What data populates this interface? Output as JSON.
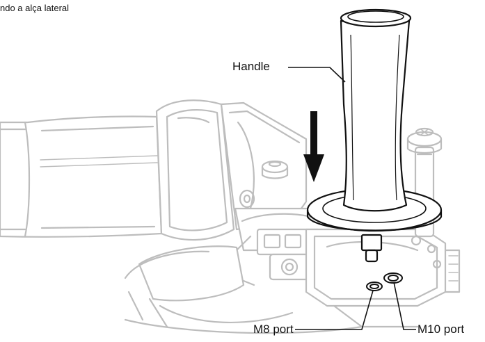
{
  "caption": "ndo a alça lateral",
  "labels": {
    "handle": "Handle",
    "m8_port": "M8 port",
    "m10_port": "M10 port"
  },
  "colors": {
    "tool_outline": "#bdbdbd",
    "handle_outline": "#111111",
    "arrow": "#111111",
    "text": "#111111"
  }
}
